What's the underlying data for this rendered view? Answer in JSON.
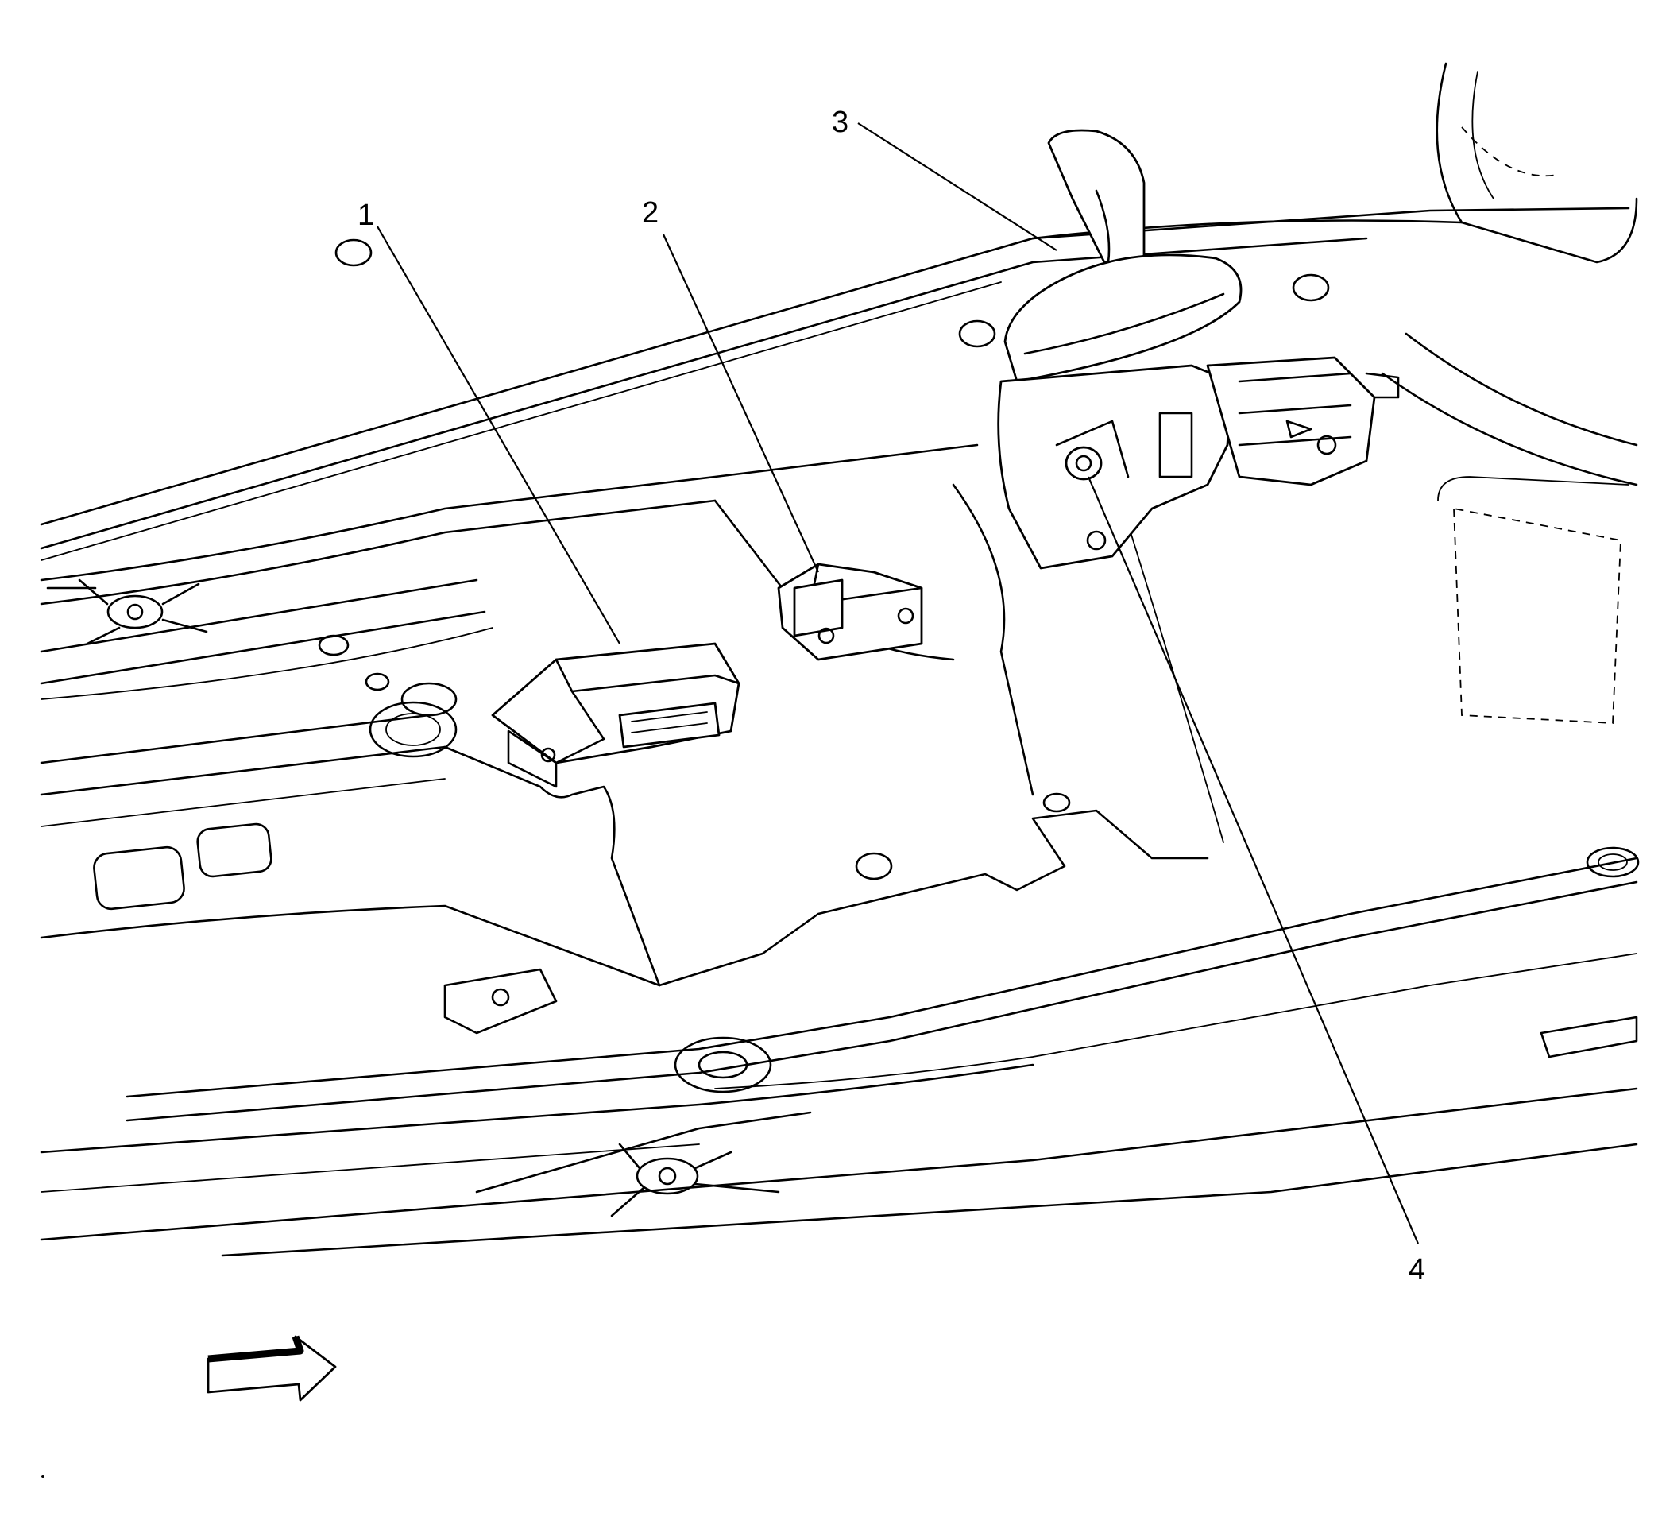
{
  "diagram": {
    "callouts": [
      {
        "id": "1",
        "label": "1"
      },
      {
        "id": "2",
        "label": "2"
      },
      {
        "id": "3",
        "label": "3"
      },
      {
        "id": "4",
        "label": "4"
      }
    ],
    "direction_arrow_icon": "forward-arrow-icon",
    "colors": {
      "ink": "#000000",
      "background": "#ffffff"
    }
  }
}
